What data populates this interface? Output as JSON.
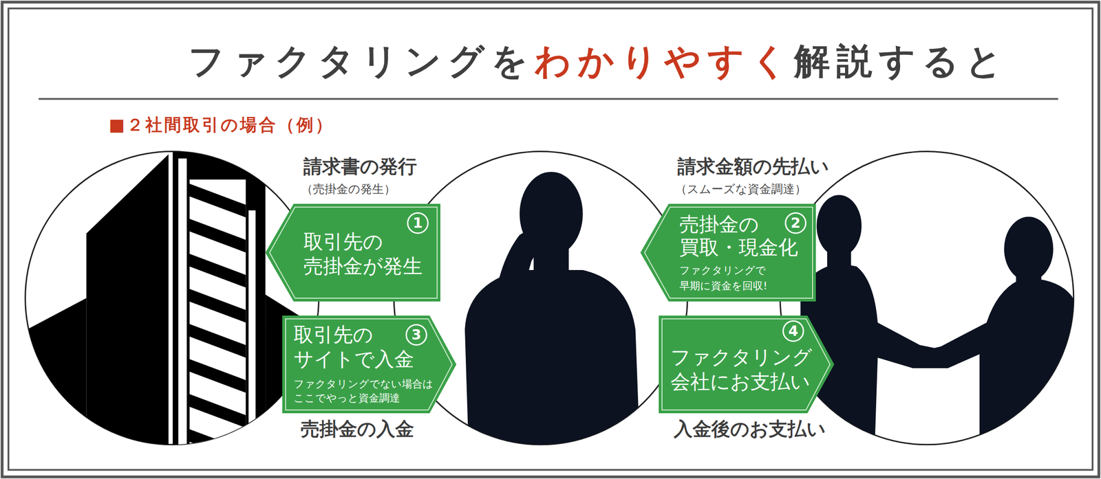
{
  "diagram": {
    "title": "ファクタリングをわかりやすく解説すると",
    "nodes": [
      {
        "text": [
          "請求書の発行",
          "（売掛金の発生）",
          "1",
          "取引先の 売掛金が発生"
        ]
      },
      {
        "text": [
          "請求金額の先払い",
          "（スムーズな資金調達）",
          "2",
          "売掛金の 買取・現金化",
          "ファクタリングで 早期に資金を回収!"
        ]
      },
      {
        "text": [
          "3",
          "取引先の サイトで入金",
          "ファクタリングでない場合は ここでやっと資金調達",
          "売掛金の入金"
        ]
      },
      {
        "text": [
          "4",
          "ファクタリング 会社にお支払い",
          "入金後のお支払い"
        ]
      }
    ],
    "labels": [
      "■２社間取引の場合（例）"
    ]
  }
}
